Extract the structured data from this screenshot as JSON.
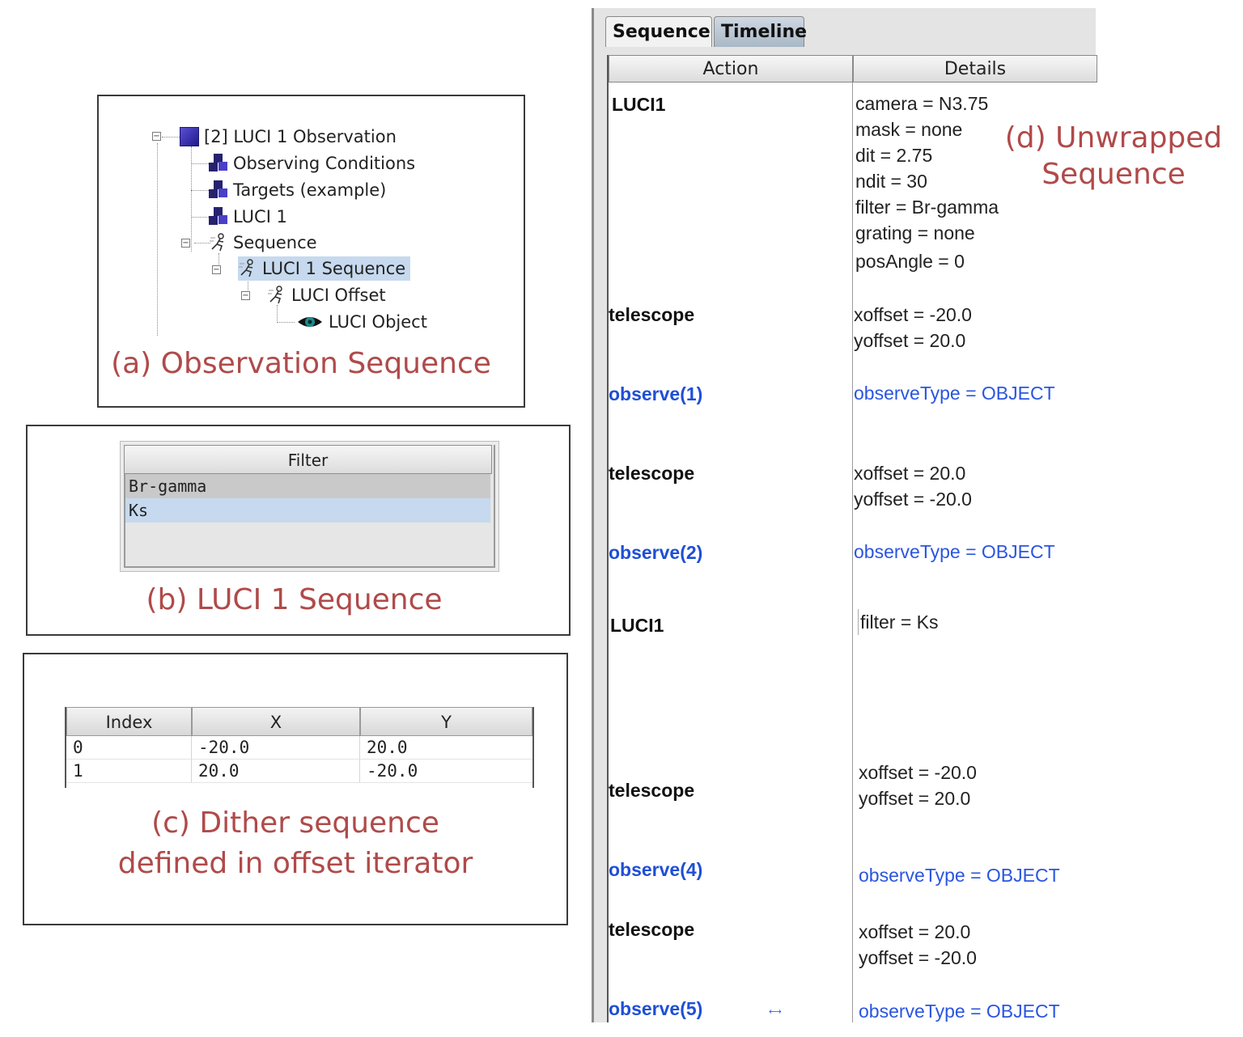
{
  "panel_a": {
    "tree": [
      {
        "label": "[2] LUCI 1 Observation",
        "icon": "observation-icon"
      },
      {
        "label": "Observing Conditions",
        "icon": "component-icon"
      },
      {
        "label": "Targets (example)",
        "icon": "component-icon"
      },
      {
        "label": "LUCI 1",
        "icon": "component-icon"
      },
      {
        "label": "Sequence",
        "icon": "sequence-runner-icon"
      },
      {
        "label": "LUCI 1 Sequence",
        "icon": "sequence-runner-icon",
        "selected": true
      },
      {
        "label": "LUCI Offset",
        "icon": "sequence-runner-icon"
      },
      {
        "label": "LUCI Object",
        "icon": "eye-icon"
      }
    ],
    "caption": "(a) Observation Sequence"
  },
  "panel_b": {
    "header": "Filter",
    "rows": [
      "Br-gamma",
      "Ks"
    ],
    "caption": "(b) LUCI 1 Sequence"
  },
  "panel_c": {
    "headers": [
      "Index",
      "X",
      "Y"
    ],
    "rows": [
      [
        "0",
        "-20.0",
        "20.0"
      ],
      [
        "1",
        "20.0",
        "-20.0"
      ]
    ],
    "caption_line1": "(c) Dither sequence",
    "caption_line2": "defined in offset iterator"
  },
  "panel_d": {
    "tabs": [
      "Sequence",
      "Timeline"
    ],
    "headers": [
      "Action",
      "Details"
    ],
    "caption_line1": "(d) Unwrapped",
    "caption_line2": "Sequence",
    "rows": [
      {
        "action": "LUCI1",
        "details": [
          "camera = N3.75",
          "mask = none",
          "dit  = 2.75",
          "ndit  = 30",
          "filter = Br-gamma",
          "grating = none",
          "posAngle = 0"
        ]
      },
      {
        "action": "telescope",
        "details": [
          "xoffset = -20.0",
          "yoffset =  20.0"
        ]
      },
      {
        "action": "observe(1)",
        "details": [
          "observeType = OBJECT"
        ]
      },
      {
        "action": "telescope",
        "details": [
          "xoffset = 20.0",
          "yoffset = -20.0"
        ]
      },
      {
        "action": "observe(2)",
        "details": [
          "observeType = OBJECT"
        ]
      },
      {
        "action": "LUCI1",
        "details": [
          "filter =  Ks"
        ]
      },
      {
        "action": "telescope",
        "details": [
          "xoffset = -20.0",
          "yoffset =  20.0"
        ]
      },
      {
        "action": "observe(4)",
        "details": [
          "observeType = OBJECT"
        ]
      },
      {
        "action": "telescope",
        "details": [
          "xoffset = 20.0",
          "yoffset = -20.0"
        ]
      },
      {
        "action": "observe(5)",
        "details": [
          "observeType = OBJECT"
        ]
      }
    ]
  },
  "colors": {
    "caption": "#b04a4a",
    "observe_blue": "#1e4fd6",
    "selection": "#c6d9ee"
  }
}
